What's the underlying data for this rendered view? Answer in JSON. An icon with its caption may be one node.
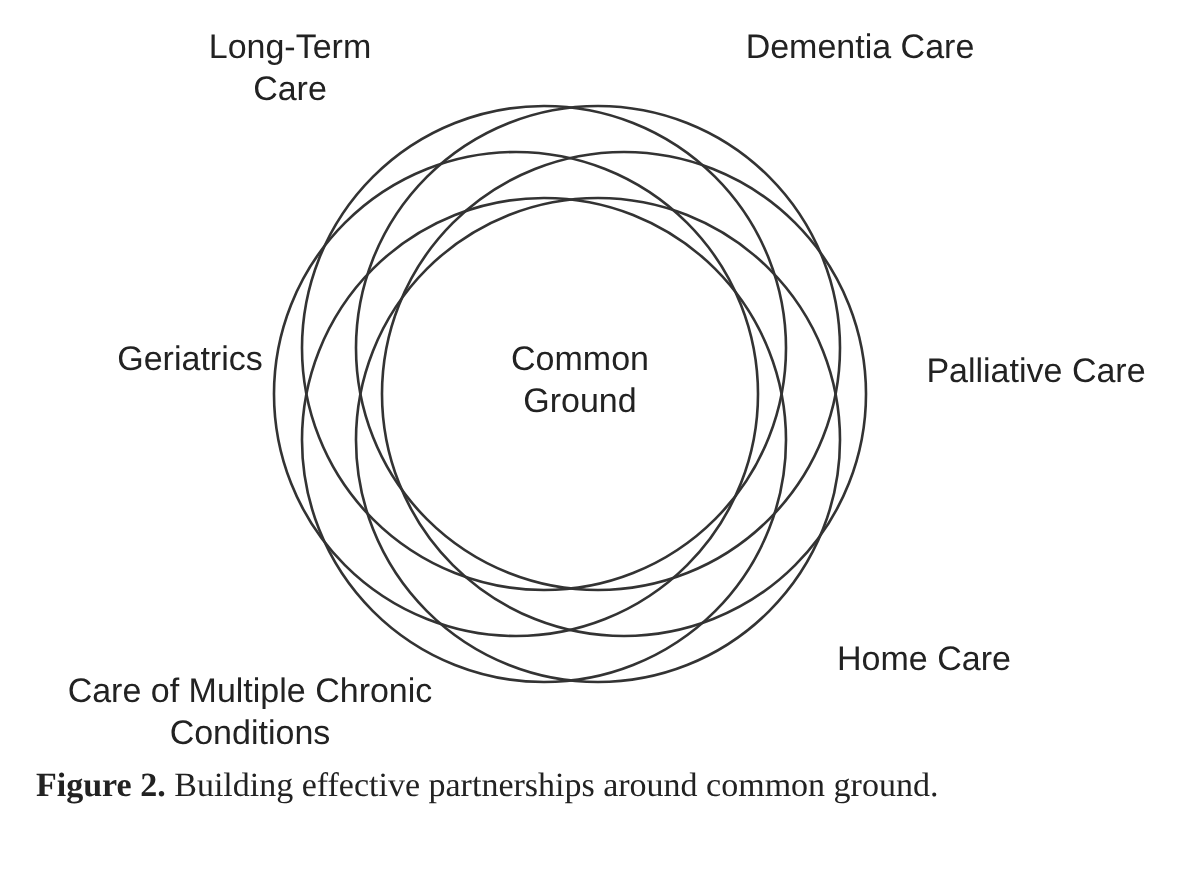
{
  "diagram": {
    "caption": "**Figure 2.** Building effective partnerships around common ground.",
    "nodes": [
      {
        "text": [
          "Long-Term Care"
        ]
      },
      {
        "text": [
          "Dementia Care"
        ]
      },
      {
        "text": [
          "Palliative Care"
        ]
      },
      {
        "text": [
          "Home Care"
        ]
      },
      {
        "text": [
          "Care of Multiple Chronic Conditions"
        ]
      },
      {
        "text": [
          "Geriatrics"
        ]
      }
    ],
    "labels": [
      "Common Ground"
    ]
  }
}
